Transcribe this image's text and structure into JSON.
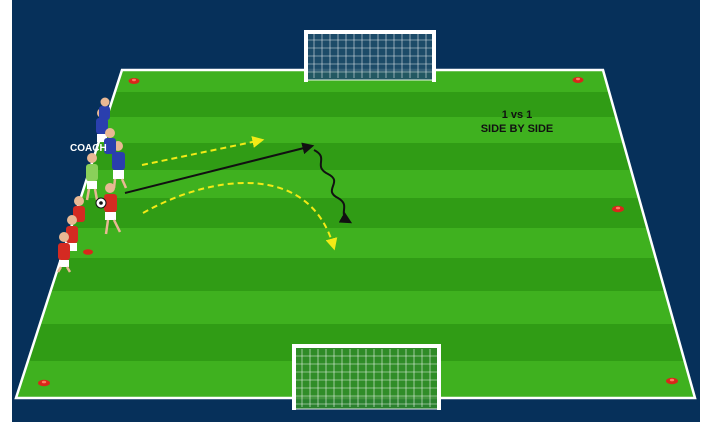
{
  "diagram": {
    "title_line1": "1 vs 1",
    "title_line2": "SIDE BY SIDE",
    "coach_label": "COACH",
    "colors": {
      "background": "#06305a",
      "pitch_light": "#3fb11f",
      "pitch_dark": "#309c15",
      "line": "#ffffff",
      "cone": "#d8281a",
      "run_arrow": "#f2ea16",
      "pass_arrow": "#111111",
      "team_blue": "#2a3fae",
      "team_red": "#d42a22",
      "keeper_green": "#8ad05a"
    },
    "cone_count": 6,
    "goals": [
      "top-goal",
      "bottom-goal"
    ]
  }
}
